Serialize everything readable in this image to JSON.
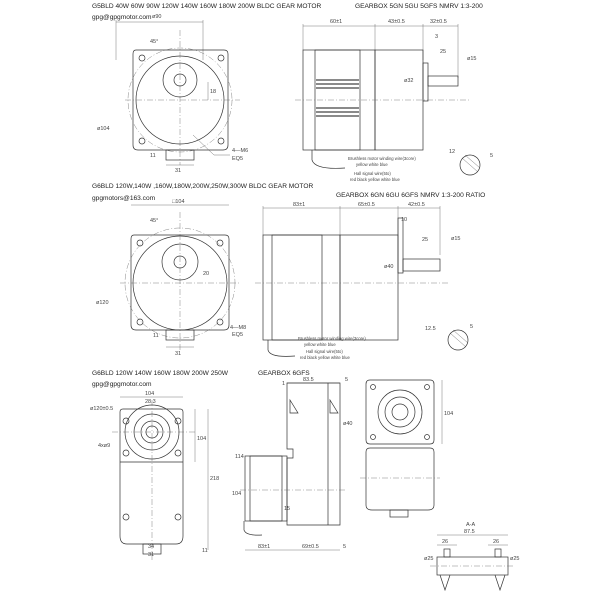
{
  "section1": {
    "title": "G5BLD 40W 60W 90W 120W 140W 160W 180W 200W BLDC GEAR MOTOR",
    "email": "gpg@gpgmotor.com",
    "gearbox_title": "GEARBOX 5GN 5GU 5GFS NMRV 1:3-200",
    "front_dims": [
      "ø90",
      "45°",
      "18",
      "ø104",
      "4—M6",
      "EQ5",
      "31",
      "11"
    ],
    "side_dims": [
      "60±1",
      "43±0.5",
      "32±0.5",
      "3",
      "25",
      "ø15",
      "ø32",
      "12",
      "5"
    ],
    "wire_labels": [
      "Brushless motor winding wire(3core)",
      "yellow  white  blue",
      "Hall signal wire(5to)",
      "red  black  yellow  white  blue"
    ]
  },
  "section2": {
    "title": "G6BLD 120W,140W ,160W,180W,200W,250W,300W BLDC GEAR MOTOR",
    "email": "gpgmotors@163.com",
    "gearbox_title": "GEARBOX 6GN 6GU 6GFS NMRV 1:3-200 RATIO",
    "front_dims": [
      "□104",
      "45°",
      "20",
      "ø120",
      "4—M8",
      "EQ5",
      "31",
      "11"
    ],
    "side_dims": [
      "83±1",
      "65±0.5",
      "42±0.5",
      "10",
      "25",
      "ø15",
      "ø40",
      "12.5",
      "5"
    ],
    "wire_labels": [
      "Brushless motor winding wire(3core)",
      "yellow  white  blue",
      "Hall signal wire(5to)",
      "red  black  yellow  white  blue"
    ]
  },
  "section3": {
    "title": "G6BLD 120W 140W 160W 180W 200W 250W",
    "email": "gpg@gpgmotor.com",
    "gearbox_title": "GEARBOX 6GFS",
    "front_dims": [
      "104",
      "28.3",
      "ø120±0.5",
      "4xø9",
      "104",
      "218",
      "34",
      "31",
      "11"
    ],
    "side_dims": [
      "83.5",
      "1",
      "5",
      "114",
      "104",
      "15",
      "83±1",
      "69±0.5",
      "5",
      "ø40"
    ],
    "right_dims": [
      "104"
    ],
    "pulley_dims": [
      "A-A",
      "87.5",
      "26",
      "26",
      "ø25",
      "ø25"
    ]
  }
}
